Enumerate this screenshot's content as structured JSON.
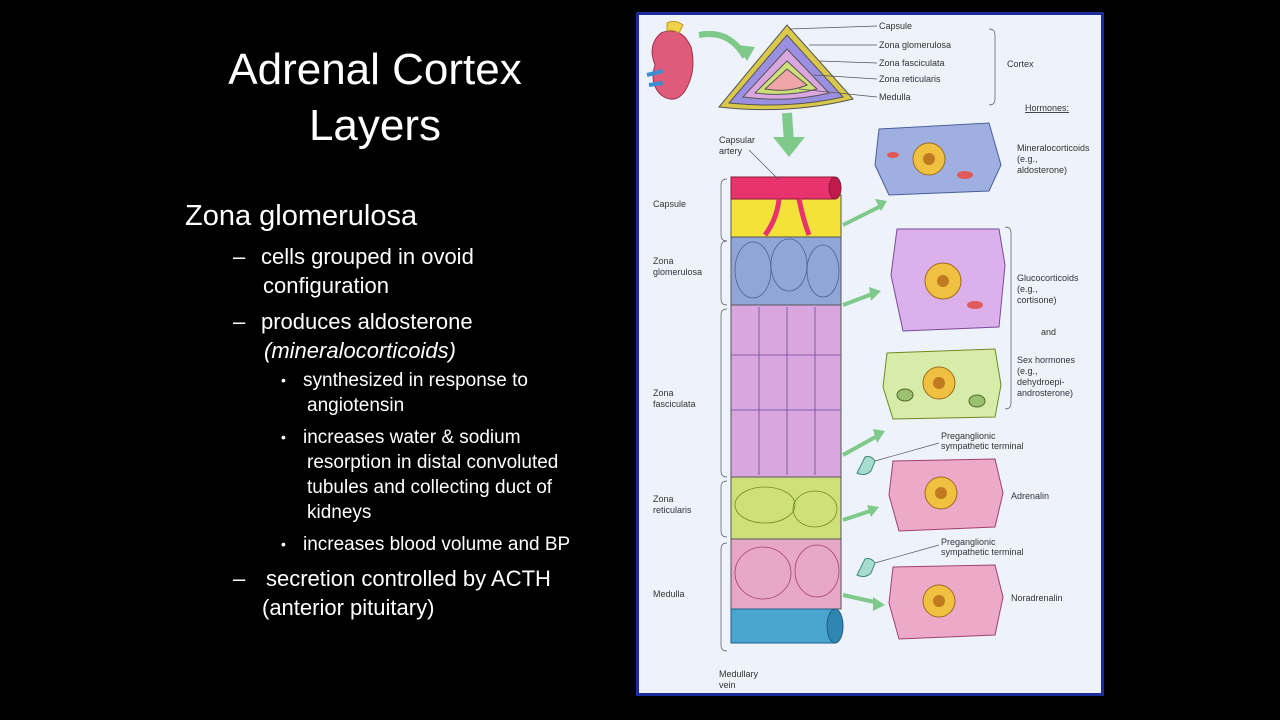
{
  "slide": {
    "title_line1": "Adrenal Cortex",
    "title_line2": "Layers",
    "heading": "Zona glomerulosa",
    "items": [
      {
        "dash": "–",
        "line1": "cells grouped in ovoid",
        "line2": "configuration"
      },
      {
        "dash": "–",
        "line1": "produces aldosterone",
        "line2": "(mineralocorticoids)"
      },
      {
        "dash": "–",
        "line1": "secretion controlled by ACTH",
        "line2": "(anterior pituitary)"
      }
    ],
    "subitems": [
      {
        "dot": "•",
        "lines": [
          "synthesized in response to",
          "angiotensin"
        ]
      },
      {
        "dot": "•",
        "lines": [
          "increases water & sodium",
          "resorption in distal convoluted",
          "tubules and collecting duct of",
          "kidneys"
        ]
      },
      {
        "dot": "•",
        "lines": [
          "increases blood volume and BP"
        ]
      }
    ]
  },
  "figure": {
    "top_labels": {
      "capsule": "Capsule",
      "zg": "Zona glomerulosa",
      "zf": "Zona fasciculata",
      "zr": "Zona reticularis",
      "medulla": "Medulla",
      "cortex": "Cortex",
      "hormones": "Hormones:"
    },
    "left_labels": {
      "capsular_artery_1": "Capsular",
      "capsular_artery_2": "artery",
      "capsule": "Capsule",
      "zg_1": "Zona",
      "zg_2": "glomerulosa",
      "zf_1": "Zona",
      "zf_2": "fasciculata",
      "zr_1": "Zona",
      "zr_2": "reticularis",
      "medulla": "Medulla",
      "vein_1": "Medullary",
      "vein_2": "vein"
    },
    "right_labels": {
      "mineral_1": "Mineralocorticoids",
      "mineral_2": "(e.g.,",
      "mineral_3": "aldosterone)",
      "gluco_1": "Glucocorticoids",
      "gluco_2": "(e.g.,",
      "gluco_3": "cortisone)",
      "and": "and",
      "sex_1": "Sex hormones",
      "sex_2": "(e.g.,",
      "sex_3": "dehydroepi-",
      "sex_4": "androsterone)",
      "pre1_1": "Preganglionic",
      "pre1_2": "sympathetic terminal",
      "adrenalin": "Adrenalin",
      "pre2_1": "Preganglionic",
      "pre2_2": "sympathetic terminal",
      "noradrenalin": "Noradrenalin"
    }
  },
  "colors": {
    "background": "#000000",
    "frame": "#1a2d9a",
    "capsule": "#f3e23a",
    "artery": "#e8336e",
    "glomerulosa": "#8fa6d6",
    "fasciculata": "#d9a6e0",
    "reticularis": "#cfe07a",
    "medulla": "#e9a7c8",
    "vein": "#4aa6cf"
  }
}
